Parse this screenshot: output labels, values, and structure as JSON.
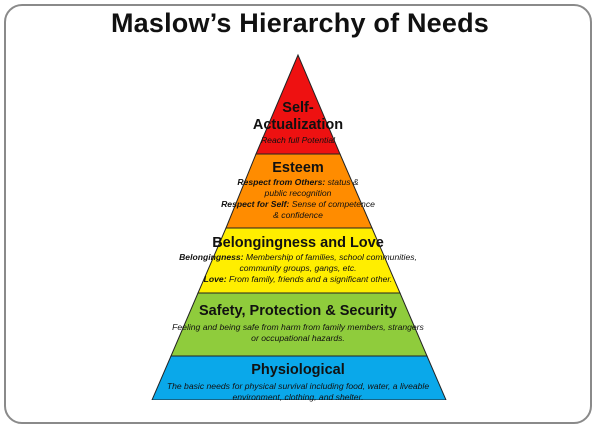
{
  "title": "Maslow’s Hierarchy of Needs",
  "colors": {
    "self_actualization": "#ee1111",
    "esteem": "#ff8c00",
    "belonging": "#ffee00",
    "safety": "#8fcc3c",
    "physiological": "#0aa8ea"
  },
  "levels": [
    {
      "key": "self_actualization",
      "title_line1": "Self-",
      "title_line2": "Actualization",
      "body": "Reach full Potential"
    },
    {
      "key": "esteem",
      "title": "Esteem",
      "line1_label": "Respect from Others:",
      "line1_text": " status &",
      "line2_text": "public recognition",
      "line3_label": "Respect for Self:",
      "line3_text": " Sense of competence",
      "line4_text": "& confidence"
    },
    {
      "key": "belonging",
      "title": "Belongingness and Love",
      "line1_label": "Belongingness:",
      "line1_text": " Membership of families, school communities,",
      "line2_text": "community groups, gangs, etc.",
      "line3_label": "Love:",
      "line3_text": " From family, friends and a significant other."
    },
    {
      "key": "safety",
      "title": "Safety, Protection & Security",
      "line1_text": "Feeling and being safe from harm from family members, strangers",
      "line2_text": "or occupational hazards."
    },
    {
      "key": "physiological",
      "title": "Physiological",
      "line1_text": "The basic needs for physical survival including food, water, a liveable",
      "line2_text": "environment, clothing, and shelter."
    }
  ]
}
